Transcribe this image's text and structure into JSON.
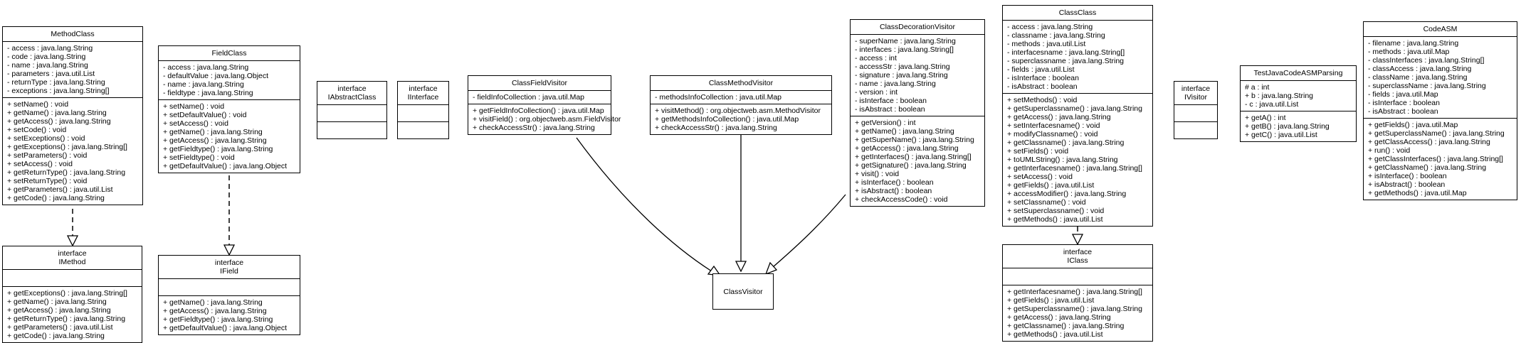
{
  "classes": [
    {
      "id": "MethodClass",
      "name": "MethodClass",
      "attributes": [
        "- access : java.lang.String",
        "- code : java.lang.String",
        "- name : java.lang.String",
        "- parameters : java.util.List",
        "- returnType : java.lang.String",
        "- exceptions : java.lang.String[]"
      ],
      "methods": [
        "+ setName() : void",
        "+ getName() : java.lang.String",
        "+ getAccess() : java.lang.String",
        "+ setCode() : void",
        "+ setExceptions() : void",
        "+ getExceptions() : java.lang.String[]",
        "+ setParameters() : void",
        "+ setAccess() : void",
        "+ getReturnType() : java.lang.String",
        "+ setReturnType() : void",
        "+ getParameters() : java.util.List",
        "+ getCode() : java.lang.String"
      ]
    },
    {
      "id": "FieldClass",
      "name": "FieldClass",
      "attributes": [
        "- access : java.lang.String",
        "- defaultValue : java.lang.Object",
        "- name : java.lang.String",
        "- fieldtype : java.lang.String"
      ],
      "methods": [
        "+ setName() : void",
        "+ setDefaultValue() : void",
        "+ setAccess() : void",
        "+ getName() : java.lang.String",
        "+ getAccess() : java.lang.String",
        "+ getFieldtype() : java.lang.String",
        "+ setFieldtype() : void",
        "+ getDefaultValue() : java.lang.Object"
      ]
    },
    {
      "id": "IAbstractClass",
      "stereotype": "interface",
      "name": "IAbstractClass",
      "attributes": [],
      "methods": []
    },
    {
      "id": "IInterface",
      "stereotype": "interface",
      "name": "IInterface",
      "attributes": [],
      "methods": []
    },
    {
      "id": "ClassFieldVisitor",
      "name": "ClassFieldVisitor",
      "attributes": [
        "- fieldInfoCollection : java.util.Map"
      ],
      "methods": [
        "+ getFieldInfoCollection() : java.util.Map",
        "+ visitField() : org.objectweb.asm.FieldVisitor",
        "+ checkAccessStr() : java.lang.String"
      ]
    },
    {
      "id": "ClassMethodVisitor",
      "name": "ClassMethodVisitor",
      "attributes": [
        "- methodsInfoCollection : java.util.Map"
      ],
      "methods": [
        "+ visitMethod() : org.objectweb.asm.MethodVisitor",
        "+ getMethodsInfoCollection() : java.util.Map",
        "+ checkAccessStr() : java.lang.String"
      ]
    },
    {
      "id": "ClassDecorationVisitor",
      "name": "ClassDecorationVisitor",
      "attributes": [
        "- superName : java.lang.String",
        "- interfaces : java.lang.String[]",
        "- access : int",
        "- accessStr : java.lang.String",
        "- signature : java.lang.String",
        "- name : java.lang.String",
        "- version : int",
        "- isInterface : boolean",
        "- isAbstract : boolean"
      ],
      "methods": [
        "+ getVersion() : int",
        "+ getName() : java.lang.String",
        "+ getSuperName() : java.lang.String",
        "+ getAccess() : java.lang.String",
        "+ getInterfaces() : java.lang.String[]",
        "+ getSignature() : java.lang.String",
        "+ visit() : void",
        "+ isInterface() : boolean",
        "+ isAbstract() : boolean",
        "+ checkAccessCode() : void"
      ]
    },
    {
      "id": "ClassClass",
      "name": "ClassClass",
      "attributes": [
        "- access : java.lang.String",
        "- classname : java.lang.String",
        "- methods : java.util.List",
        "- interfacesname : java.lang.String[]",
        "- superclassname : java.lang.String",
        "- fields : java.util.List",
        "- isInterface : boolean",
        "- isAbstract : boolean"
      ],
      "methods": [
        "+ setMethods() : void",
        "+ getSuperclassname() : java.lang.String",
        "+ getAccess() : java.lang.String",
        "+ setInterfacesname() : void",
        "+ modifyClassname() : void",
        "+ getClassname() : java.lang.String",
        "+ setFields() : void",
        "+ toUMLString() : java.lang.String",
        "+ getInterfacesname() : java.lang.String[]",
        "+ setAccess() : void",
        "+ getFields() : java.util.List",
        "+ accessModifier() : java.lang.String",
        "+ setClassname() : void",
        "+ setSuperclassname() : void",
        "+ getMethods() : java.util.List"
      ]
    },
    {
      "id": "IVisitor",
      "stereotype": "interface",
      "name": "IVisitor",
      "attributes": [],
      "methods": []
    },
    {
      "id": "TestJavaCodeASMParsing",
      "name": "TestJavaCodeASMParsing",
      "attributes": [
        "# a : int",
        "+ b : java.lang.String",
        "- c : java.util.List"
      ],
      "methods": [
        "+ getA() : int",
        "+ getB() : java.lang.String",
        "+ getC() : java.util.List"
      ]
    },
    {
      "id": "CodeASM",
      "name": "CodeASM",
      "attributes": [
        "- filename : java.lang.String",
        "- methods : java.util.Map",
        "- classInterfaces : java.lang.String[]",
        "- classAccess : java.lang.String",
        "- className : java.lang.String",
        "- superclassName : java.lang.String",
        "- fields : java.util.Map",
        "- isInterface : boolean",
        "- isAbstract : boolean"
      ],
      "methods": [
        "+ getFields() : java.util.Map",
        "+ getSuperclassName() : java.lang.String",
        "+ getClassAccess() : java.lang.String",
        "+ run() : void",
        "+ getClassInterfaces() : java.lang.String[]",
        "+ getClassName() : java.lang.String",
        "+ isInterface() : boolean",
        "+ isAbstract() : boolean",
        "+ getMethods() : java.util.Map"
      ]
    },
    {
      "id": "IMethod",
      "stereotype": "interface",
      "name": "IMethod",
      "attributes": [],
      "methods": [
        "+ getExceptions() : java.lang.String[]",
        "+ getName() : java.lang.String",
        "+ getAccess() : java.lang.String",
        "+ getReturnType() : java.lang.String",
        "+ getParameters() : java.util.List",
        "+ getCode() : java.lang.String"
      ]
    },
    {
      "id": "IField",
      "stereotype": "interface",
      "name": "IField",
      "attributes": [],
      "methods": [
        "+ getName() : java.lang.String",
        "+ getAccess() : java.lang.String",
        "+ getFieldtype() : java.lang.String",
        "+ getDefaultValue() : java.lang.Object"
      ]
    },
    {
      "id": "IClass",
      "stereotype": "interface",
      "name": "IClass",
      "attributes": [],
      "methods": [
        "+ getInterfacesname() : java.lang.String[]",
        "+ getFields() : java.util.List",
        "+ getSuperclassname() : java.lang.String",
        "+ getAccess() : java.lang.String",
        "+ getClassname() : java.lang.String",
        "+ getMethods() : java.util.List"
      ]
    },
    {
      "id": "ClassVisitor",
      "name": "ClassVisitor",
      "attributes": null,
      "methods": null
    }
  ],
  "relations": [
    {
      "from": "MethodClass",
      "to": "IMethod",
      "type": "realization"
    },
    {
      "from": "FieldClass",
      "to": "IField",
      "type": "realization"
    },
    {
      "from": "ClassClass",
      "to": "IClass",
      "type": "realization"
    },
    {
      "from": "ClassFieldVisitor",
      "to": "ClassVisitor",
      "type": "generalization"
    },
    {
      "from": "ClassMethodVisitor",
      "to": "ClassVisitor",
      "type": "generalization"
    },
    {
      "from": "ClassDecorationVisitor",
      "to": "ClassVisitor",
      "type": "generalization"
    }
  ]
}
